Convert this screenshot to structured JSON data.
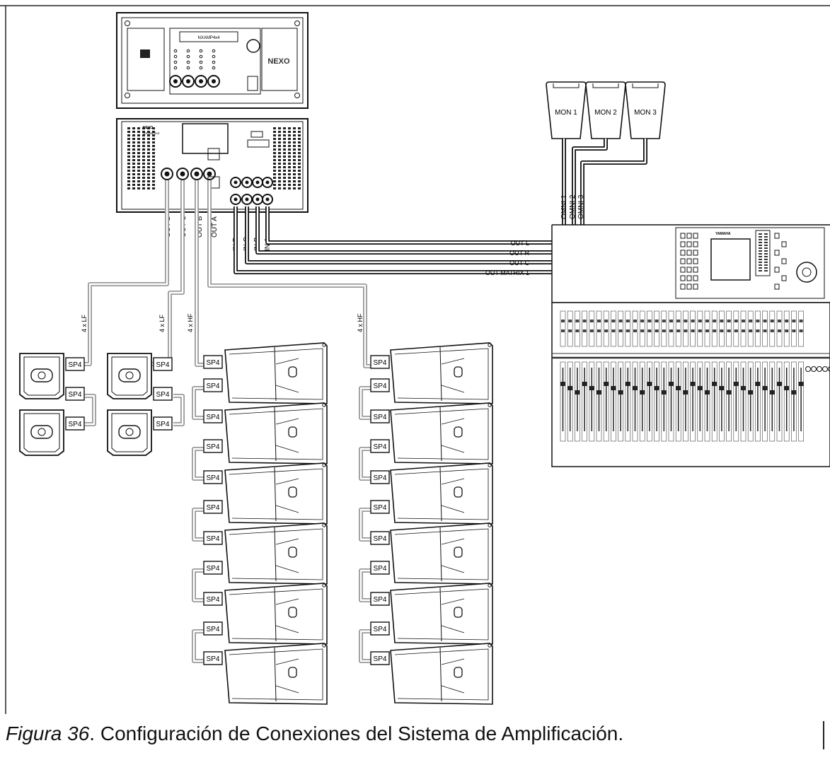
{
  "caption": {
    "figure": "Figura 36",
    "text": ". Configuración de Conexiones del Sistema de Amplificación."
  },
  "rack": {
    "controller": {
      "brand": "NEXO",
      "display": "NXAMP4x4",
      "logo_text": "NEXO"
    },
    "amplifier": {
      "brand": "NEXO",
      "model": "NXAMP4x4",
      "outputs": [
        "OUT D",
        "OUT C",
        "OUT B",
        "OUT A"
      ],
      "inputs": [
        "IN D",
        "IN C",
        "IN B",
        "IN A"
      ]
    }
  },
  "monitors": [
    "MON 1",
    "MON 2",
    "MON 3"
  ],
  "omni": [
    "OMNI 1",
    "OMNI 2",
    "OMNI 3"
  ],
  "console": {
    "brand": "YAMAHA",
    "outputs": [
      "OUT L",
      "OUT R",
      "OUT C",
      "OUT MATRIX 1"
    ]
  },
  "cable_labels": {
    "left_lf": "4 x LF",
    "mid_lf": "4 x LF",
    "mid_hf": "4 x HF",
    "right_hf": "4 x HF"
  },
  "connector_label": "SP4",
  "colors": {
    "line": "#111111",
    "cable_fill": "#ffffff",
    "grey_cable": "#9a9a9a"
  }
}
